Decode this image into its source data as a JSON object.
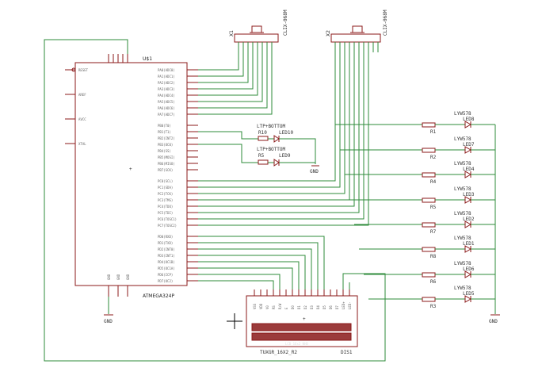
{
  "mcu": {
    "name": "U$1",
    "part": "ATMEGA324P",
    "left_pins": [
      "RESET",
      "AREF",
      "AVCC",
      "XTAL"
    ],
    "portA_pins": [
      "PA0(ADC0)",
      "PA1(ADC1)",
      "PA2(ADC2)",
      "PA3(ADC3)",
      "PA4(ADC4)",
      "PA5(ADC5)",
      "PA6(ADC6)",
      "PA7(ADC7)"
    ],
    "portB_pins": [
      "PB0(T0)",
      "PB1(T1)",
      "PB2(INT2)",
      "PB3(OC0)",
      "PB4(SS)",
      "PB5(MOSI)",
      "PB6(MISO)",
      "PB7(SCK)"
    ],
    "portC_pins": [
      "PC0(SCL)",
      "PC1(SDA)",
      "PC2(TCK)",
      "PC3(TMS)",
      "PC4(TDO)",
      "PC5(TDI)",
      "PC6(TOSC1)",
      "PC7(TOSC2)"
    ],
    "portD_pins": [
      "PD0(RXD)",
      "PD1(TXD)",
      "PD2(INT0)",
      "PD3(INT1)",
      "PD4(OC1B)",
      "PD5(OC1A)",
      "PD6(ICP)",
      "PD7(OC2)"
    ],
    "gnd_pins": [
      "GND",
      "GND",
      "GND"
    ]
  },
  "connectors": [
    {
      "name": "X1",
      "part": "CLIX-068M"
    },
    {
      "name": "X2",
      "part": "CLIX-068M"
    }
  ],
  "leds_small": [
    {
      "res": "R10",
      "part_top": "LTP+BOTTOM",
      "led": "LED10"
    },
    {
      "res": "R5",
      "part_top": "LTP+BOTTOM",
      "led": "LED9"
    }
  ],
  "gnd_labels": [
    "GND",
    "GND",
    "GND"
  ],
  "led_rows": [
    {
      "res": "R1",
      "part": "LYW578",
      "led": "LED8"
    },
    {
      "res": "R2",
      "part": "LYW578",
      "led": "LED7"
    },
    {
      "res": "R4",
      "part": "LYW578",
      "led": "LED4"
    },
    {
      "res": "R5",
      "part": "LYW578",
      "led": "LED3"
    },
    {
      "res": "R7",
      "part": "LYW578",
      "led": "LED2"
    },
    {
      "res": "R8",
      "part": "LYW578",
      "led": "LED1"
    },
    {
      "res": "R6",
      "part": "LYW578",
      "led": "LED6"
    },
    {
      "res": "R3",
      "part": "LYW578",
      "led": "LED5"
    }
  ],
  "display": {
    "name": "DIS1",
    "part": "TUXGR_16X2_R2",
    "inner_label": "LCD 16x2 NHD",
    "pins": [
      "VSS",
      "VDD",
      "V0",
      "RS",
      "R/W",
      "E",
      "D0",
      "D1",
      "D2",
      "D3",
      "D4",
      "D5",
      "D6",
      "D7",
      "LED+",
      "LED-"
    ]
  },
  "colors": {
    "wire": "#2e8b3a",
    "symbol": "#8b1a1a",
    "lcd": "#9b3b3b"
  }
}
